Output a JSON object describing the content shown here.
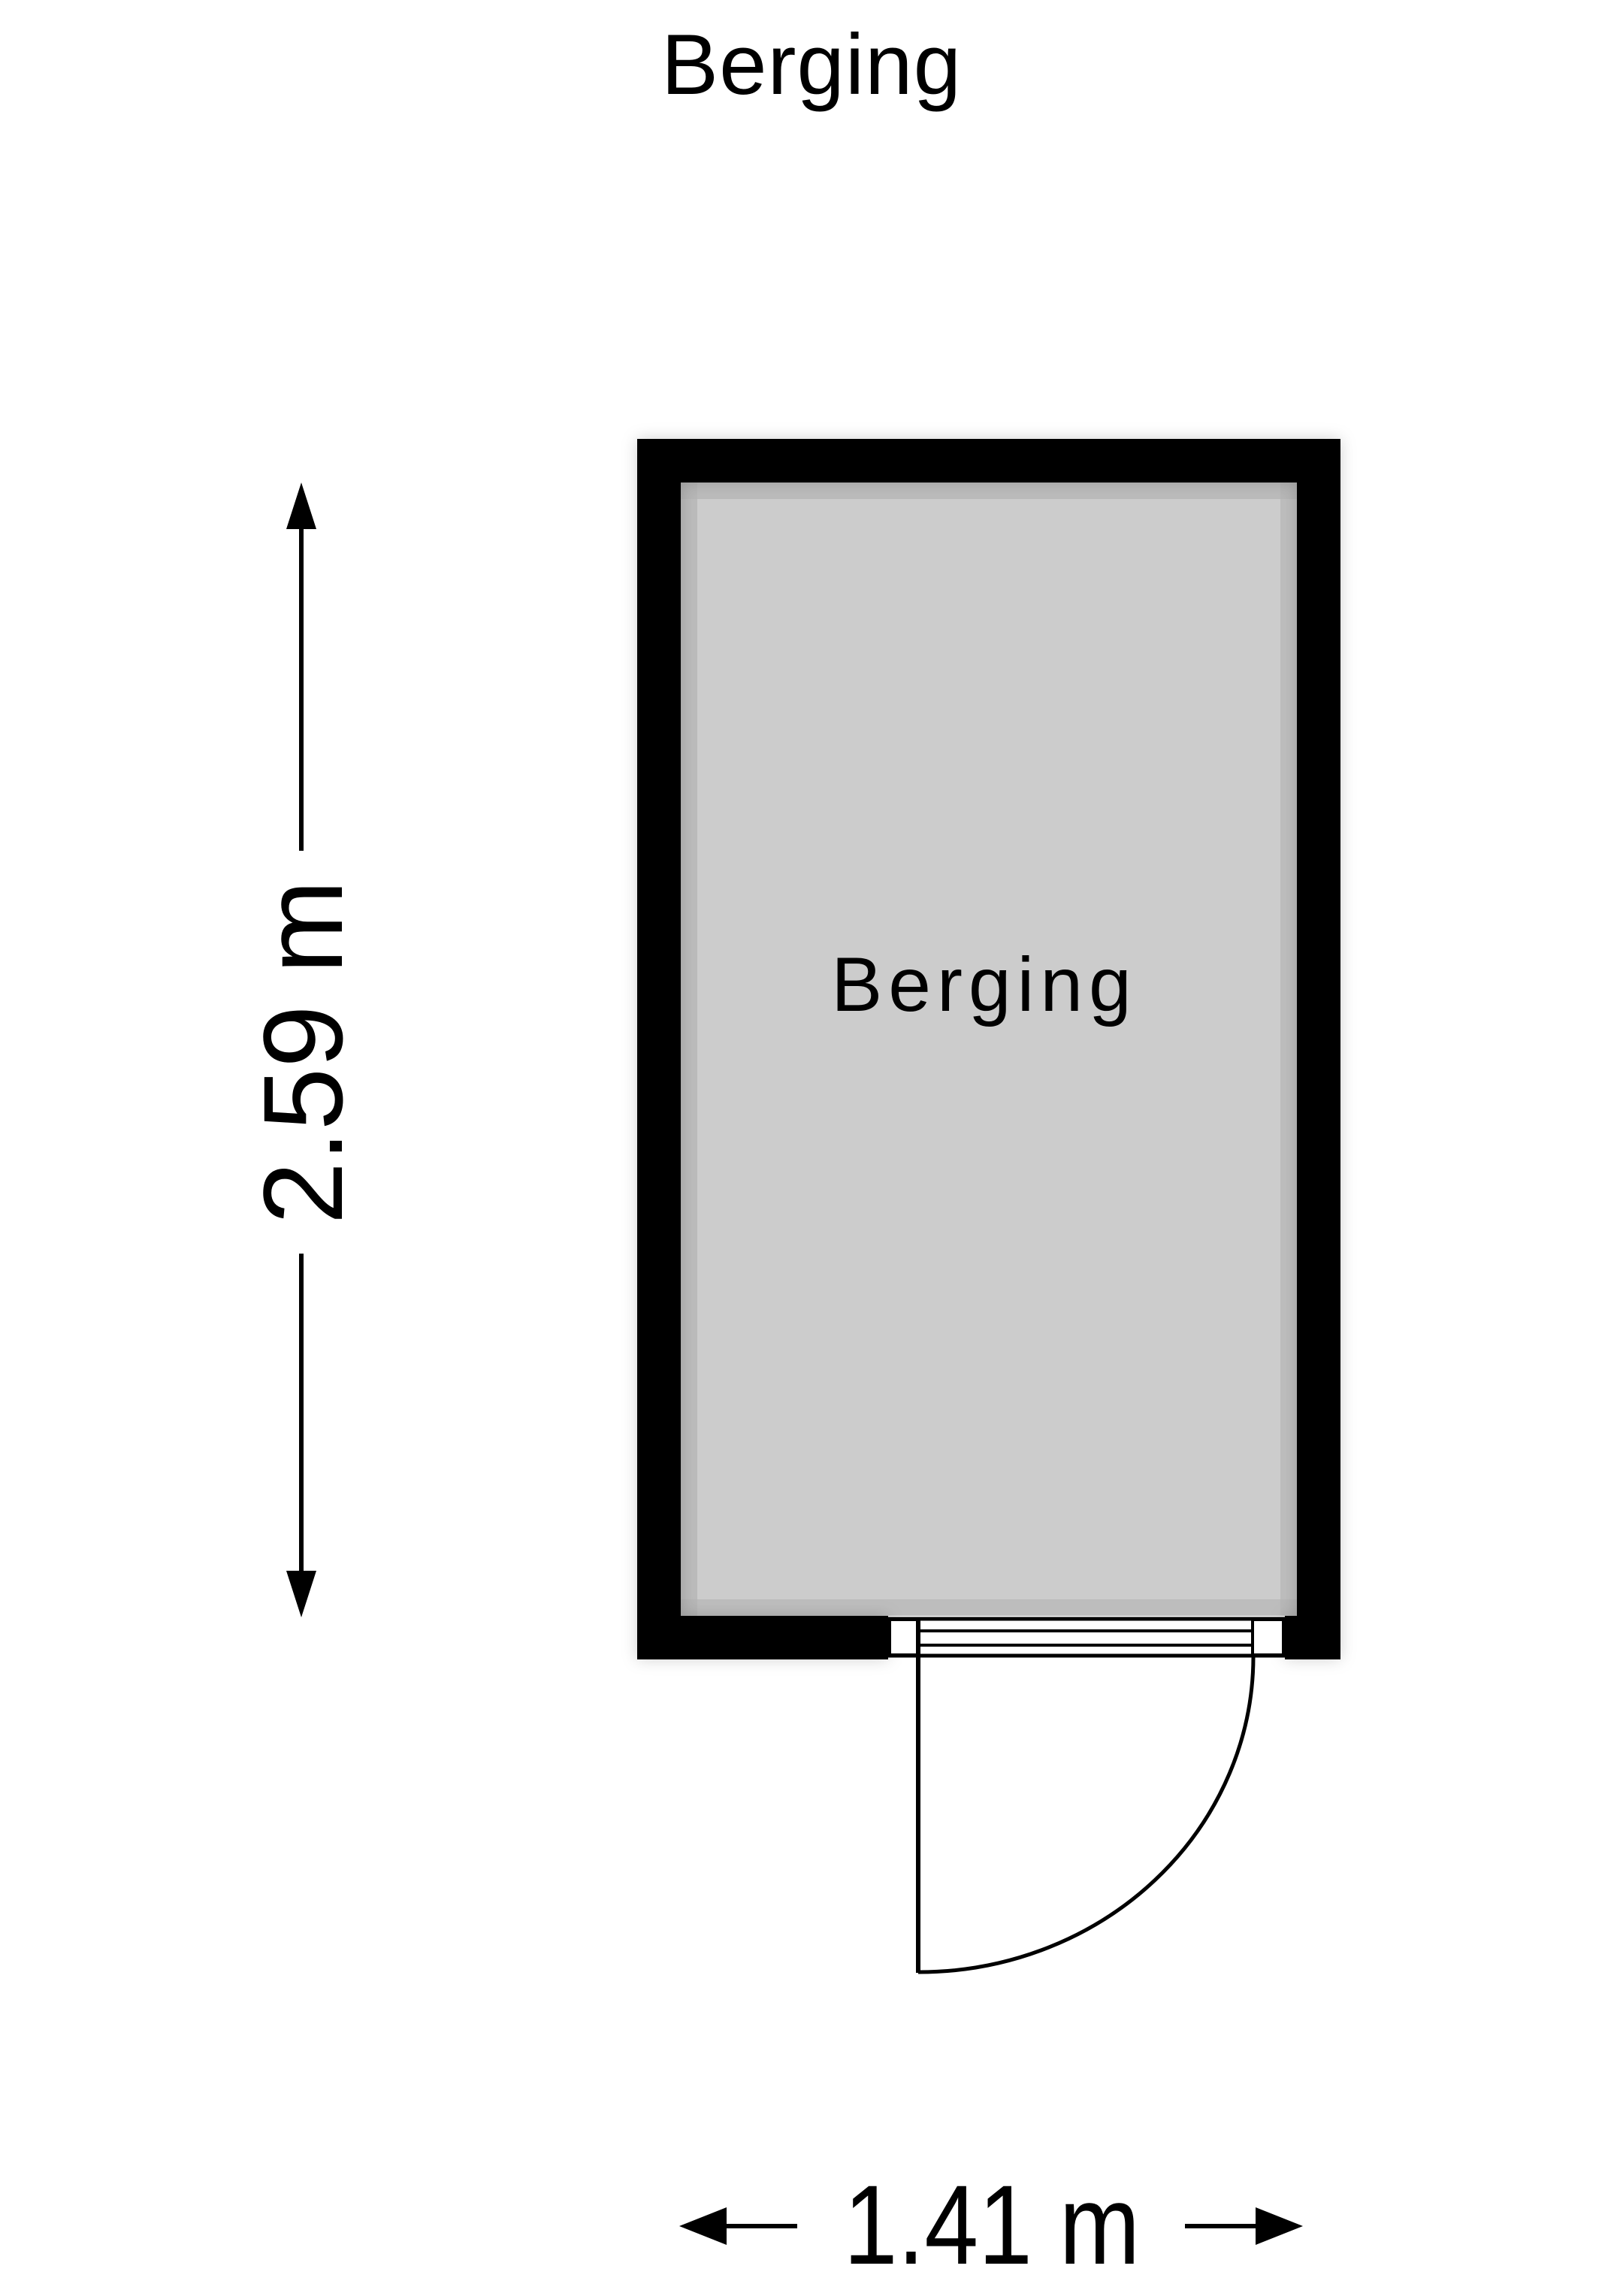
{
  "plan": {
    "title": "Berging",
    "rooms": [
      {
        "name": "Berging",
        "fill_color": "#cccccc"
      }
    ],
    "dimensions": {
      "height_label": "2.59 m",
      "width_label": "1.41 m"
    },
    "colors": {
      "wall": "#000000",
      "floor": "#cccccc",
      "background": "#ffffff",
      "line": "#000000"
    },
    "icons": {
      "dimension_arrow": "arrow-head",
      "door": "door-swing"
    }
  }
}
